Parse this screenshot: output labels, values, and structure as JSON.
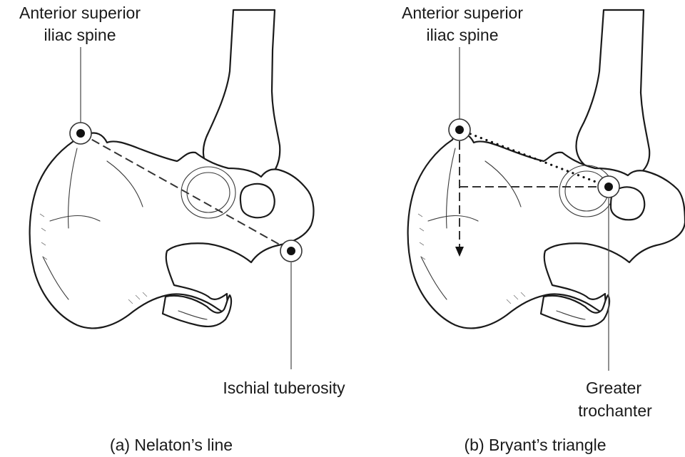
{
  "panel_a": {
    "label_asis_line1": "Anterior superior",
    "label_asis_line2": "iliac spine",
    "label_ischial": "Ischial tuberosity",
    "caption": "(a) Nelaton’s line"
  },
  "panel_b": {
    "label_asis_line1": "Anterior superior",
    "label_asis_line2": "iliac spine",
    "label_trochanter_line1": "Greater",
    "label_trochanter_line2": "trochanter",
    "caption": "(b) Bryant’s triangle"
  }
}
